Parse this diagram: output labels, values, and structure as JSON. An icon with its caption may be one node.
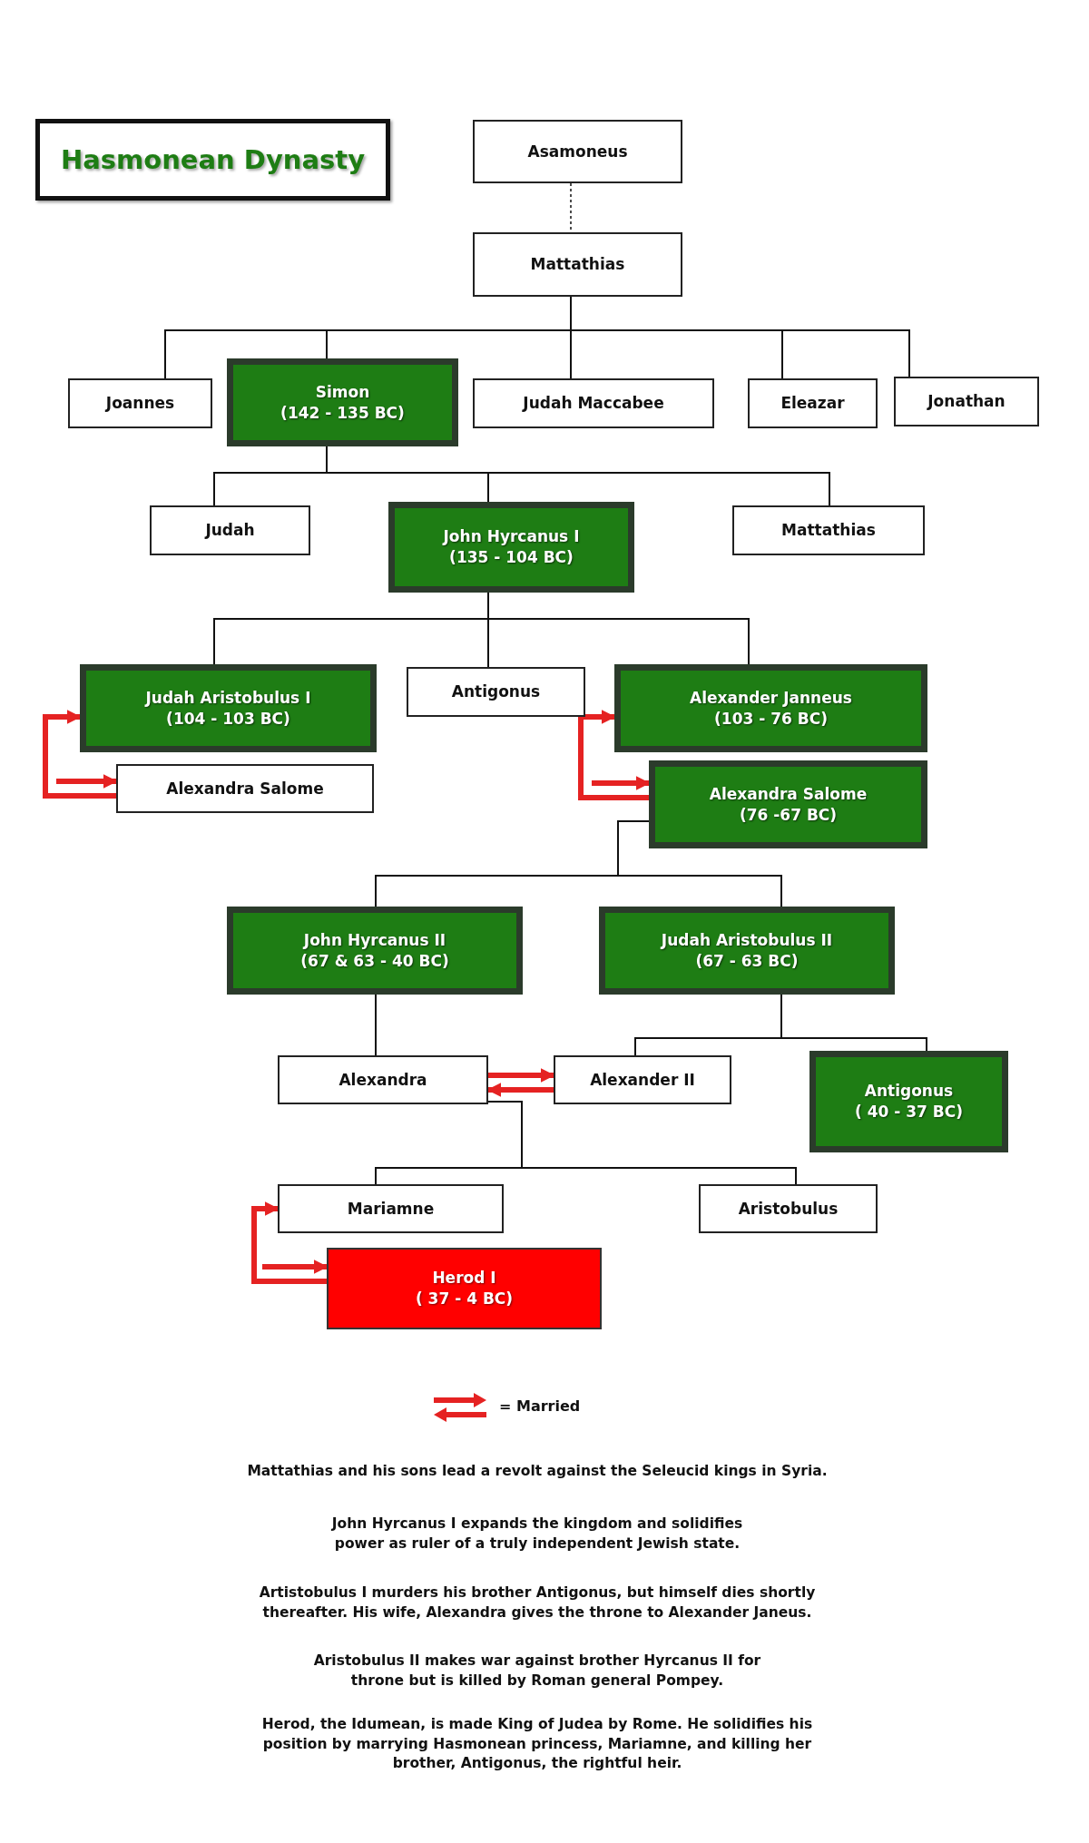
{
  "diagram": {
    "title": "Hasmonean Dynasty",
    "nodes": [
      {
        "text": [
          "Asamoneus"
        ]
      },
      {
        "text": [
          "Mattathias"
        ]
      },
      {
        "text": [
          "Joannes"
        ]
      },
      {
        "text": [
          "Simon",
          "(142 - 135 BC)"
        ]
      },
      {
        "text": [
          "Judah Maccabee"
        ]
      },
      {
        "text": [
          "Eleazar"
        ]
      },
      {
        "text": [
          "Jonathan"
        ]
      },
      {
        "text": [
          "Judah"
        ]
      },
      {
        "text": [
          "John Hyrcanus I",
          "(135 - 104 BC)"
        ]
      },
      {
        "text": [
          "Mattathias"
        ]
      },
      {
        "text": [
          "Judah Aristobulus I",
          "(104 - 103 BC)"
        ]
      },
      {
        "text": [
          "Antigonus"
        ]
      },
      {
        "text": [
          "Alexander Janneus",
          "(103 - 76 BC)"
        ]
      },
      {
        "text": [
          "Alexandra Salome"
        ]
      },
      {
        "text": [
          "Alexandra Salome",
          "(76 -67 BC)"
        ]
      },
      {
        "text": [
          "John Hyrcanus II",
          "(67 & 63 - 40 BC)"
        ]
      },
      {
        "text": [
          "Judah Aristobulus II",
          "(67 - 63 BC)"
        ]
      },
      {
        "text": [
          "Alexandra"
        ]
      },
      {
        "text": [
          "Alexander II"
        ]
      },
      {
        "text": [
          "Antigonus",
          "( 40 - 37  BC)"
        ]
      },
      {
        "text": [
          "Mariamne"
        ]
      },
      {
        "text": [
          "Aristobulus"
        ]
      },
      {
        "text": [
          "Herod I",
          "( 37 - 4 BC)"
        ]
      }
    ],
    "edges": [
      {
        "from": 0,
        "to": 1,
        "arrow": "none",
        "style": "dashed"
      },
      {
        "from": 1,
        "to": 2,
        "arrow": "none"
      },
      {
        "from": 1,
        "to": 3,
        "arrow": "none"
      },
      {
        "from": 1,
        "to": 4,
        "arrow": "none"
      },
      {
        "from": 1,
        "to": 5,
        "arrow": "none"
      },
      {
        "from": 1,
        "to": 6,
        "arrow": "none"
      },
      {
        "from": 3,
        "to": 7,
        "arrow": "none"
      },
      {
        "from": 3,
        "to": 8,
        "arrow": "none"
      },
      {
        "from": 3,
        "to": 9,
        "arrow": "none"
      },
      {
        "from": 8,
        "to": 10,
        "arrow": "none"
      },
      {
        "from": 8,
        "to": 11,
        "arrow": "none"
      },
      {
        "from": 8,
        "to": 12,
        "arrow": "none"
      },
      {
        "from": 14,
        "to": 15,
        "arrow": "none"
      },
      {
        "from": 14,
        "to": 16,
        "arrow": "none"
      },
      {
        "from": 15,
        "to": 17,
        "arrow": "none"
      },
      {
        "from": 16,
        "to": 18,
        "arrow": "none"
      },
      {
        "from": 16,
        "to": 19,
        "arrow": "none"
      },
      {
        "from": 17,
        "to": 20,
        "arrow": "none"
      },
      {
        "from": 17,
        "to": 21,
        "arrow": "none"
      },
      {
        "from": null,
        "to": 13,
        "arrow": "to",
        "style": "thick",
        "color": "#e52222"
      },
      {
        "from": 13,
        "to": 10,
        "arrow": "to",
        "style": "thick",
        "color": "#e52222"
      },
      {
        "from": null,
        "to": 14,
        "arrow": "to",
        "style": "thick",
        "color": "#e52222"
      },
      {
        "from": 14,
        "to": 12,
        "arrow": "to",
        "style": "thick",
        "color": "#e52222"
      },
      {
        "from": 17,
        "to": 18,
        "arrow": "to",
        "style": "thick",
        "color": "#e52222"
      },
      {
        "from": 18,
        "to": 17,
        "arrow": "to",
        "style": "thick",
        "color": "#e52222"
      },
      {
        "from": null,
        "to": 22,
        "arrow": "to",
        "style": "thick",
        "color": "#e52222"
      },
      {
        "from": 22,
        "to": 20,
        "arrow": "to",
        "style": "thick",
        "color": "#e52222"
      }
    ],
    "labels": [
      "Mattathias and his sons lead a revolt against the Seleucid kings in Syria.",
      "John Hyrcanus I expands the kingdom and solidifies power as ruler of a truly independent Jewish state.",
      "Artistobulus I murders his brother Antigonus, but himself dies shortly thereafter. His wife, Alexandra gives the throne to Alexander Janeus.",
      "Aristobulus II makes war against brother Hyrcanus II for throne but is killed by Roman general Pompey.",
      "Herod, the Idumean, is made King of Judea by Rome. He solidifies his position by marrying Hasmonean princess, Mariamne, and killing her brother, Antigonus, the rightful heir."
    ],
    "legend": [
      {
        "text": "= Married"
      }
    ]
  }
}
